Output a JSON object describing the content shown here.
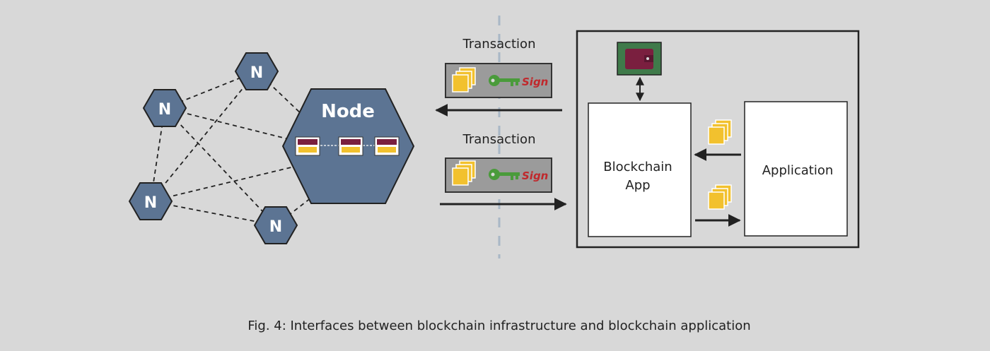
{
  "colors": {
    "background": "#d8d8d8",
    "node_fill": "#5c7493",
    "block_maroon": "#7a1f3f",
    "coin_yellow": "#f2c12e",
    "key_green": "#4a9b3b",
    "sign_red": "#c0282c",
    "wallet_bg": "#3f7a4a",
    "divider_blue": "#a9b7c6"
  },
  "network": {
    "peer_label": "N",
    "main_node_label": "Node"
  },
  "transactions": {
    "top_label": "Transaction",
    "bottom_label": "Transaction",
    "sign_text": "Sign"
  },
  "client": {
    "blockchain_app_line1": "Blockchain",
    "blockchain_app_line2": "App",
    "application_label": "Application"
  },
  "icons": {
    "wallet": "wallet-icon",
    "coins": "coin-stack-icon",
    "key": "key-icon",
    "block": "block-icon"
  },
  "caption": "Fig. 4: Interfaces between blockchain infrastructure and blockchain application"
}
